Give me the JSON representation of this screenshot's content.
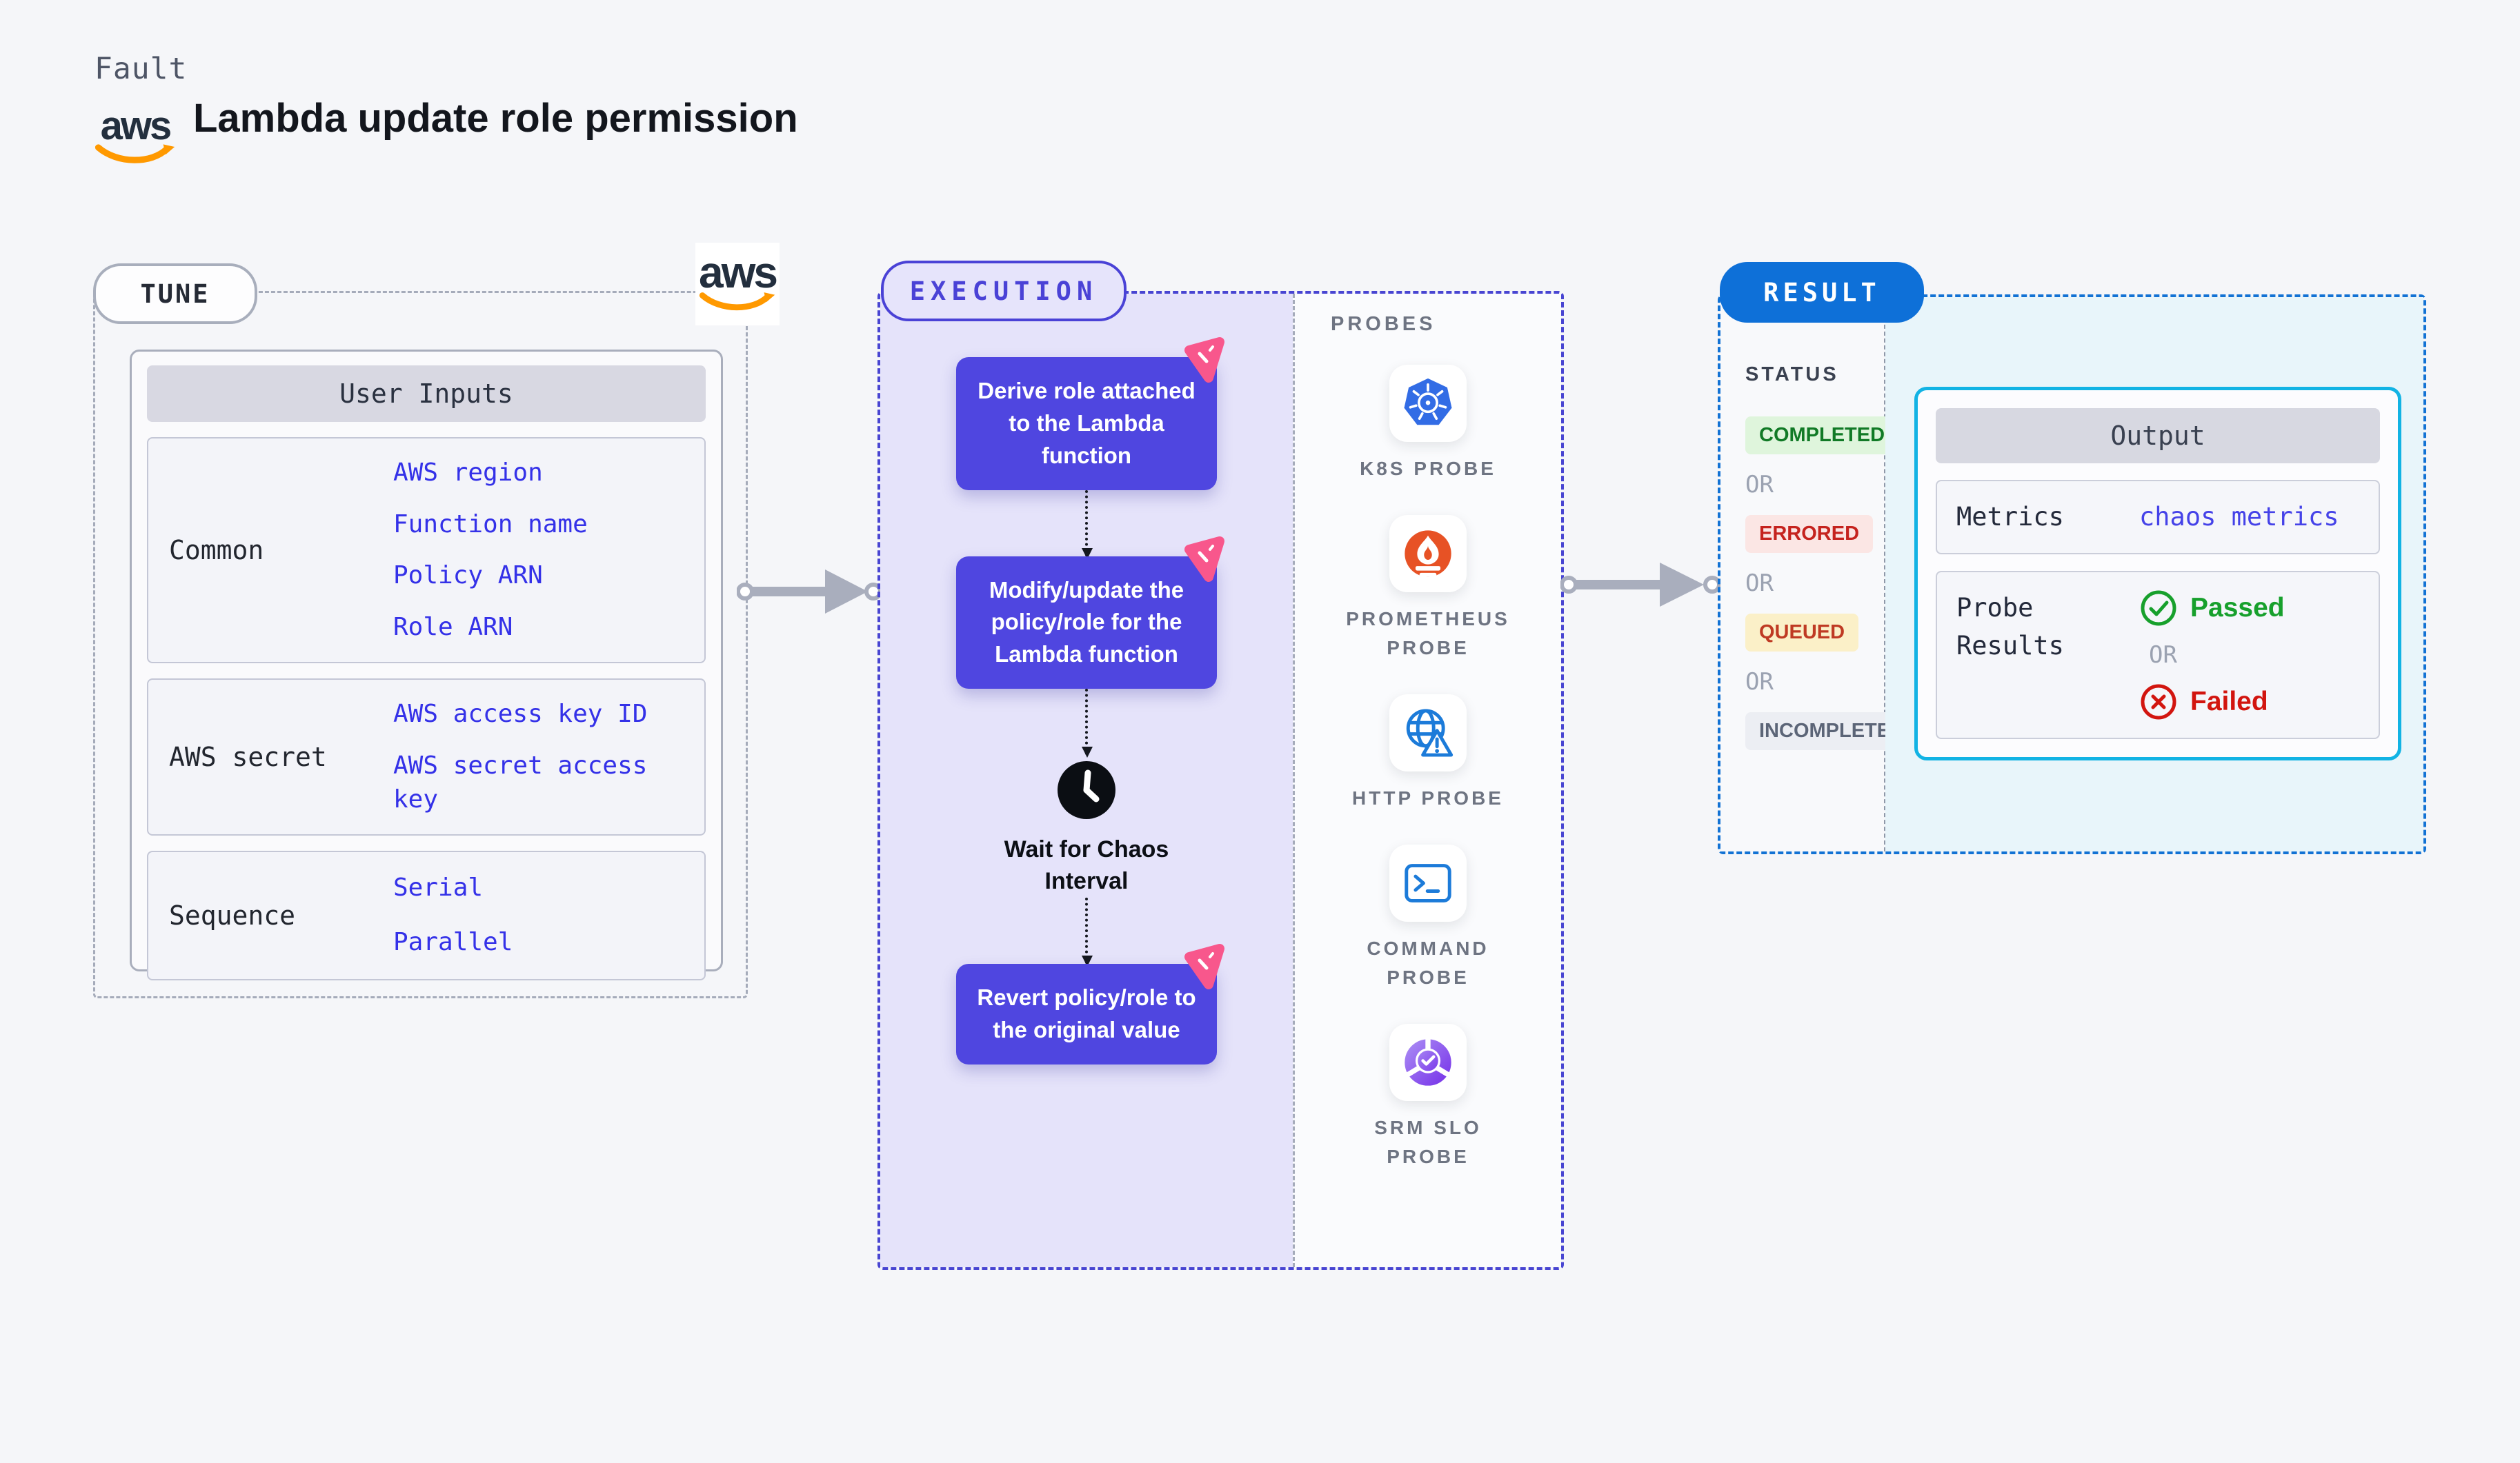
{
  "header": {
    "kicker": "Fault",
    "title": "Lambda update role permission",
    "aws_logo_text": "aws"
  },
  "tune": {
    "label": "TUNE",
    "table_header": "User Inputs",
    "rows": [
      {
        "label": "Common",
        "links": [
          "AWS region",
          "Function name",
          "Policy ARN",
          "Role ARN"
        ]
      },
      {
        "label": "AWS secret",
        "links": [
          "AWS access key ID",
          "AWS secret access key"
        ]
      },
      {
        "label": "Sequence",
        "links": [
          "Serial",
          "Parallel"
        ]
      }
    ]
  },
  "execution": {
    "label": "EXECUTION",
    "steps": [
      "Derive role attached to the Lambda function",
      "Modify/update the policy/role for the Lambda function",
      "Revert policy/role to the original value"
    ],
    "wait_label": "Wait for Chaos Interval"
  },
  "probes": {
    "label": "PROBES",
    "items": [
      {
        "name": "K8S PROBE",
        "icon": "kubernetes-icon"
      },
      {
        "name": "PROMETHEUS PROBE",
        "icon": "prometheus-icon"
      },
      {
        "name": "HTTP PROBE",
        "icon": "globe-warning-icon"
      },
      {
        "name": "COMMAND PROBE",
        "icon": "terminal-icon"
      },
      {
        "name": "SRM SLO PROBE",
        "icon": "slo-donut-check-icon"
      }
    ]
  },
  "result": {
    "label": "RESULT",
    "status_label": "STATUS",
    "or_label": "OR",
    "statuses": [
      {
        "text": "COMPLETED",
        "bg": "#DFF5DC",
        "color": "#117A26"
      },
      {
        "text": "ERRORED",
        "bg": "#FBE6E4",
        "color": "#C5231E"
      },
      {
        "text": "QUEUED",
        "bg": "#FBF0C8",
        "color": "#BF3A23"
      },
      {
        "text": "INCOMPLETED",
        "bg": "#ECEEF3",
        "color": "#5C6577"
      }
    ],
    "output": {
      "header": "Output",
      "metrics_label": "Metrics",
      "metrics_value": "chaos metrics",
      "probe_results_label": "Probe Results",
      "passed": "Passed",
      "failed": "Failed"
    }
  },
  "colors": {
    "page_bg": "#F5F6F9",
    "execution_fill": "#E5E3FA",
    "execution_border": "#4845D2",
    "node_bg": "#4F46E0",
    "result_border": "#1272D4",
    "result_pill_bg": "#0E70D8",
    "cyan_fill": "#E8F5FA",
    "output_border": "#12B3E4",
    "link_blue": "#3431E8",
    "arrow_gray": "#A9AEBD",
    "aws_orange": "#FF9900",
    "fault_pink": "#F8578C",
    "passed_green": "#17A02C",
    "failed_red": "#D2150F"
  }
}
